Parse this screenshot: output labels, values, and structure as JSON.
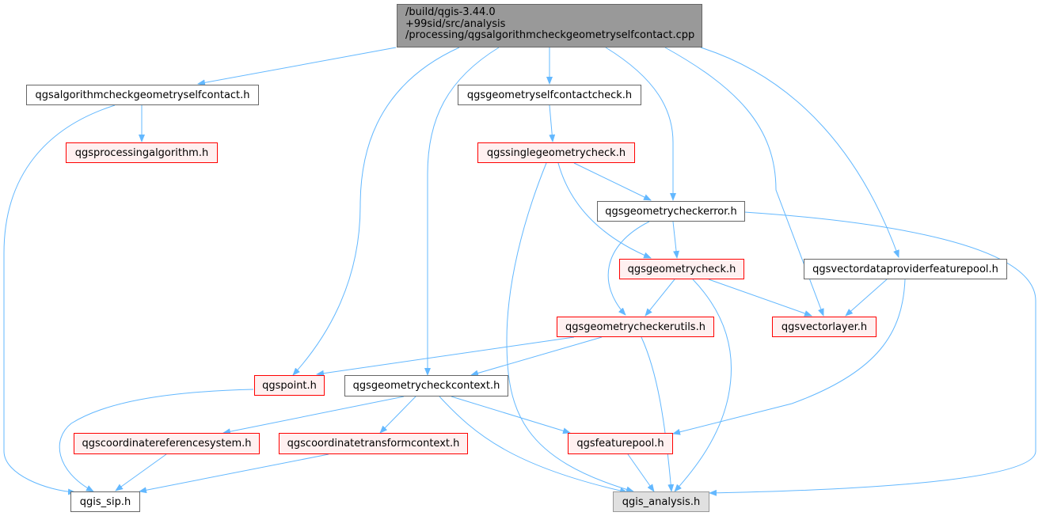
{
  "colors": {
    "edge": "#63b8ff",
    "root_fill": "#999999",
    "incomplete_border": "#ff0000",
    "incomplete_fill": "#fff0f0",
    "external_fill": "#e0e0e0"
  },
  "root": {
    "lines": [
      "/build/qgis-3.44.0",
      "+99sid/src/analysis",
      "/processing/qgsalgorithmcheckgeometryselfcontact.cpp"
    ]
  },
  "nodes": {
    "algoh": {
      "label": "qgsalgorithmcheckgeometryselfcontact.h",
      "style": "plain"
    },
    "selfcontact": {
      "label": "qgsgeometryselfcontactcheck.h",
      "style": "plain"
    },
    "procalgo": {
      "label": "qgsprocessingalgorithm.h",
      "style": "incomplete"
    },
    "singlecheck": {
      "label": "qgssinglegeometrycheck.h",
      "style": "incomplete"
    },
    "checkerror": {
      "label": "qgsgeometrycheckerror.h",
      "style": "plain"
    },
    "geomcheck": {
      "label": "qgsgeometrycheck.h",
      "style": "incomplete"
    },
    "vdpfp": {
      "label": "qgsvectordataproviderfeaturepool.h",
      "style": "plain"
    },
    "checkerutils": {
      "label": "qgsgeometrycheckerutils.h",
      "style": "incomplete"
    },
    "vectorlayer": {
      "label": "qgsvectorlayer.h",
      "style": "incomplete"
    },
    "point": {
      "label": "qgspoint.h",
      "style": "incomplete"
    },
    "checkcontext": {
      "label": "qgsgeometrycheckcontext.h",
      "style": "plain"
    },
    "crs": {
      "label": "qgscoordinatereferencesystem.h",
      "style": "incomplete"
    },
    "ctc": {
      "label": "qgscoordinatetransformcontext.h",
      "style": "incomplete"
    },
    "featurepool": {
      "label": "qgsfeaturepool.h",
      "style": "incomplete"
    },
    "sip": {
      "label": "qgis_sip.h",
      "style": "plain"
    },
    "analysis": {
      "label": "qgis_analysis.h",
      "style": "external"
    }
  }
}
